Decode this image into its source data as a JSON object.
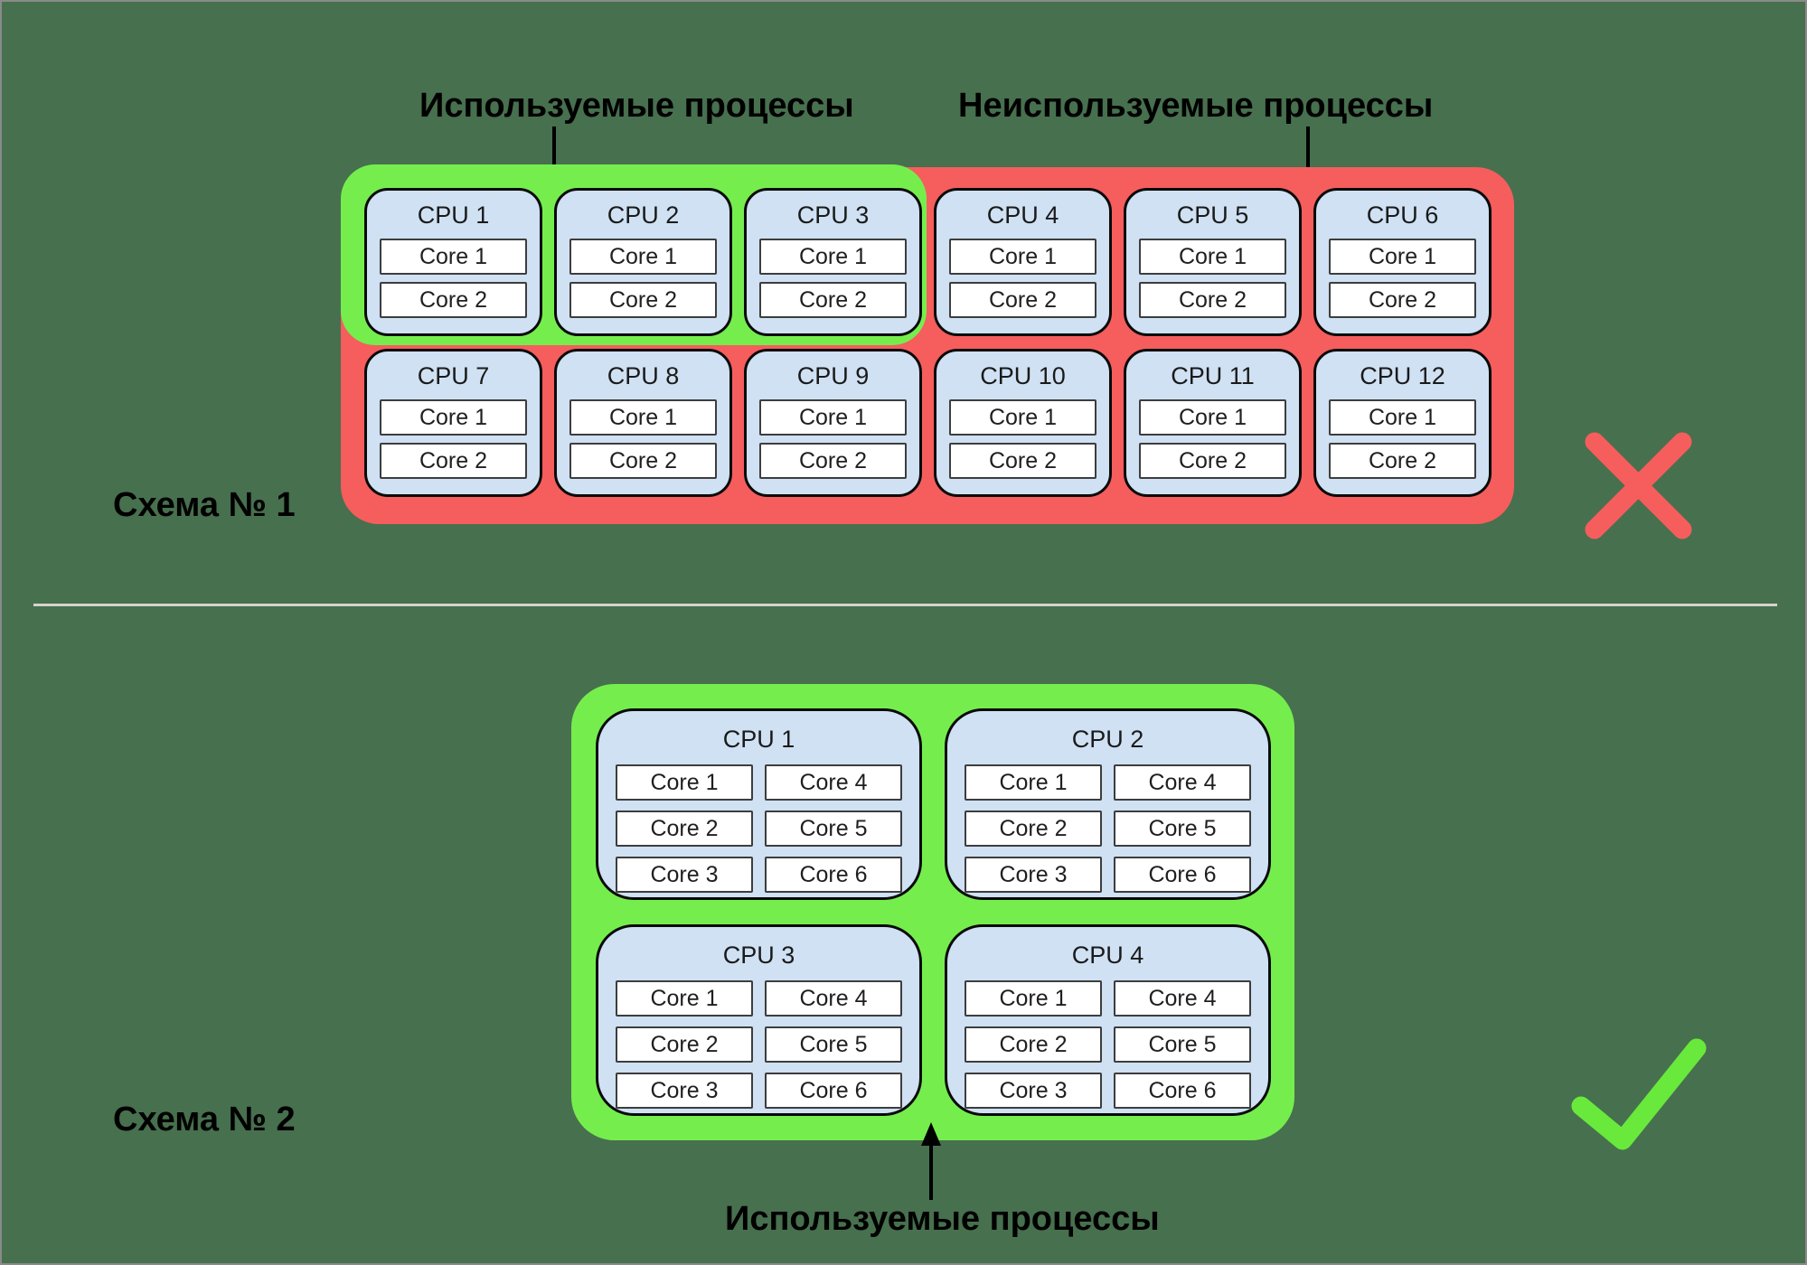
{
  "scheme1": {
    "title": "Схема № 1",
    "annotation_used": "Используемые процессы",
    "annotation_unused": "Неиспользуемые процессы",
    "result_icon": "x-mark",
    "cpus": [
      {
        "name": "CPU 1",
        "cores": [
          "Core 1",
          "Core 2"
        ]
      },
      {
        "name": "CPU 2",
        "cores": [
          "Core 1",
          "Core 2"
        ]
      },
      {
        "name": "CPU 3",
        "cores": [
          "Core 1",
          "Core 2"
        ]
      },
      {
        "name": "CPU 4",
        "cores": [
          "Core 1",
          "Core 2"
        ]
      },
      {
        "name": "CPU 5",
        "cores": [
          "Core 1",
          "Core 2"
        ]
      },
      {
        "name": "CPU 6",
        "cores": [
          "Core 1",
          "Core 2"
        ]
      },
      {
        "name": "CPU 7",
        "cores": [
          "Core 1",
          "Core 2"
        ]
      },
      {
        "name": "CPU 8",
        "cores": [
          "Core 1",
          "Core 2"
        ]
      },
      {
        "name": "CPU 9",
        "cores": [
          "Core 1",
          "Core 2"
        ]
      },
      {
        "name": "CPU 10",
        "cores": [
          "Core 1",
          "Core 2"
        ]
      },
      {
        "name": "CPU 11",
        "cores": [
          "Core 1",
          "Core 2"
        ]
      },
      {
        "name": "CPU 12",
        "cores": [
          "Core 1",
          "Core 2"
        ]
      }
    ]
  },
  "scheme2": {
    "title": "Схема № 2",
    "annotation_used": "Используемые процессы",
    "result_icon": "check-mark",
    "cpus": [
      {
        "name": "CPU 1",
        "cores": [
          "Core 1",
          "Core 2",
          "Core 3",
          "Core 4",
          "Core 5",
          "Core 6"
        ]
      },
      {
        "name": "CPU 2",
        "cores": [
          "Core 1",
          "Core 2",
          "Core 3",
          "Core 4",
          "Core 5",
          "Core 6"
        ]
      },
      {
        "name": "CPU 3",
        "cores": [
          "Core 1",
          "Core 2",
          "Core 3",
          "Core 4",
          "Core 5",
          "Core 6"
        ]
      },
      {
        "name": "CPU 4",
        "cores": [
          "Core 1",
          "Core 2",
          "Core 3",
          "Core 4",
          "Core 5",
          "Core 6"
        ]
      }
    ]
  },
  "colors": {
    "used_green": "#75EE4D",
    "unused_red": "#F65D5D",
    "cpu_fill": "#CFE1F3",
    "core_fill": "#FFFFFF",
    "check_green": "#68E93C",
    "cross_red": "#F65D5D",
    "background": "#47704E"
  }
}
